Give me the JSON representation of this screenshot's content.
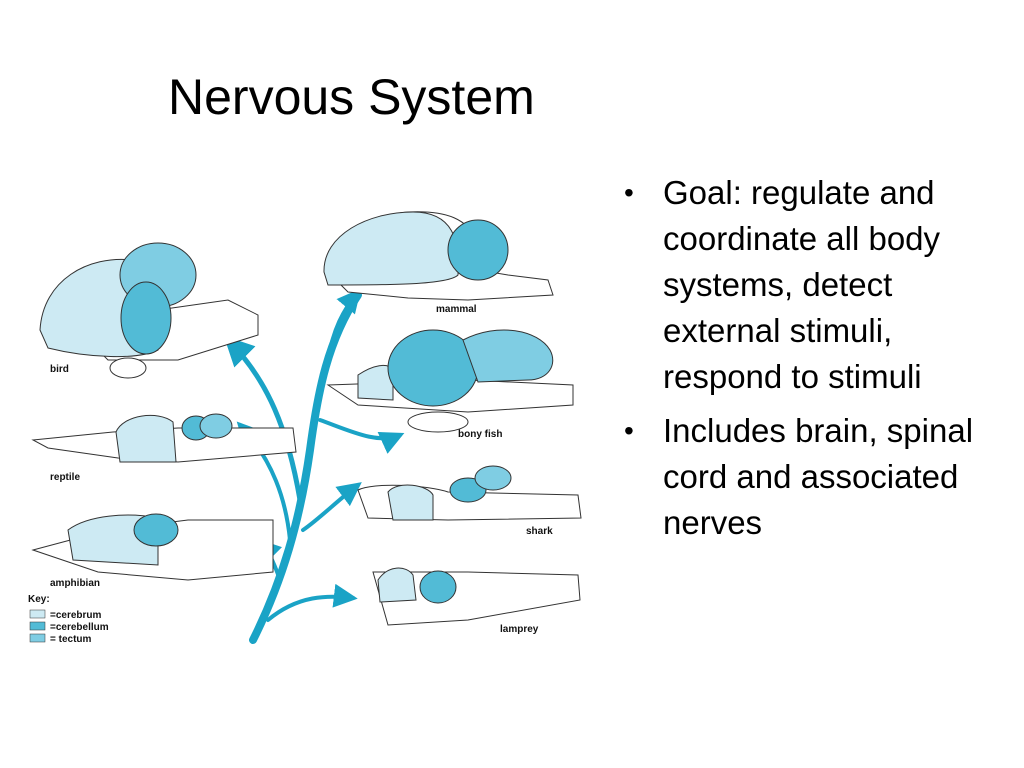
{
  "slide": {
    "title": "Nervous System",
    "bullets": [
      "Goal: regulate and coordinate all body systems, detect external stimuli, respond to stimuli",
      "Includes brain, spinal cord and associated nerves"
    ]
  },
  "figure": {
    "animals": [
      "mammal",
      "bird",
      "bony fish",
      "reptile",
      "shark",
      "amphibian",
      "lamprey"
    ],
    "key": {
      "heading": "Key:",
      "items": [
        {
          "label": "=cerebrum",
          "color": "#cdeaf3"
        },
        {
          "label": "=cerebellum",
          "color": "#52bbd6"
        },
        {
          "label": "= tectum",
          "color": "#7fcde3"
        }
      ]
    },
    "colors": {
      "cerebrum": "#cdeaf3",
      "cerebellum": "#52bbd6",
      "tectum": "#7fcde3",
      "branch": "#1aa3c6",
      "outline": "#333333"
    }
  }
}
